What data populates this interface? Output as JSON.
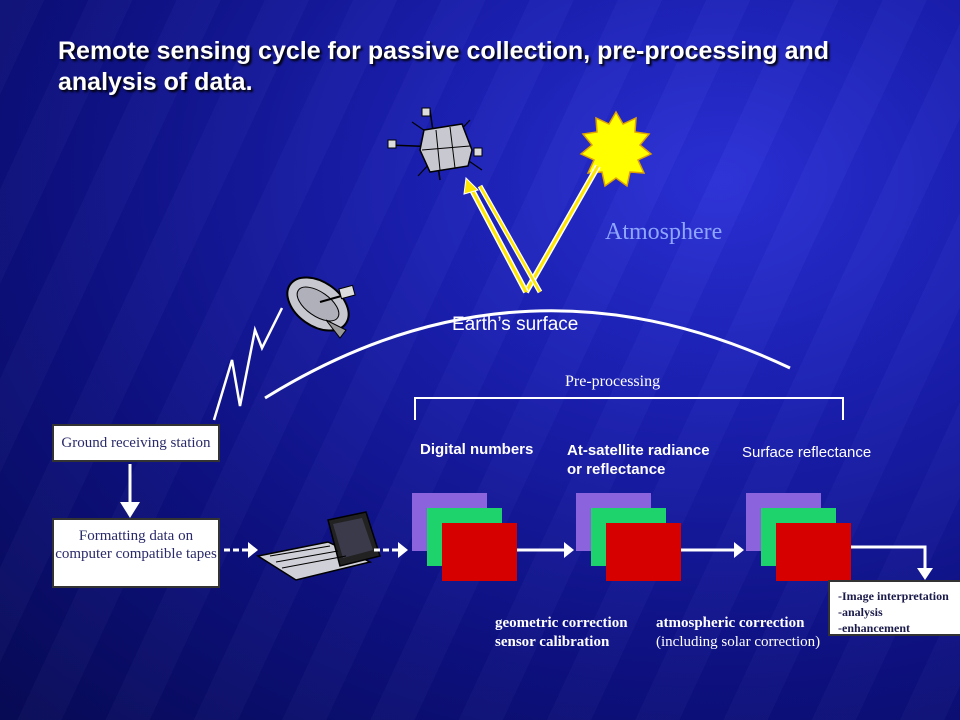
{
  "title": "Remote sensing cycle for passive collection, pre-processing and analysis of  data.",
  "atmosphere_label": "Atmosphere",
  "earth_surface_label": "Earth’s surface",
  "preprocessing_label": "Pre-processing",
  "ground_station_label": "Ground receiving station",
  "formatting_label": "Formatting data on computer compatible tapes",
  "stages": [
    {
      "label": "Digital numbers"
    },
    {
      "label_line1": "At-satellite radiance",
      "label_line2": "or reflectance"
    },
    {
      "label": "Surface reflectance"
    }
  ],
  "corrections": {
    "geometric_line1": "geometric correction",
    "geometric_line2": "sensor calibration",
    "atmospheric_line1": "atmospheric correction",
    "atmospheric_line2": "(including solar correction)"
  },
  "outputs": {
    "line1": "-Image interpretation",
    "line2": "-analysis",
    "line3": "-enhancement"
  },
  "colors": {
    "background": "#1a1fb0",
    "ray_yellow": "#ffe600",
    "sun": "#ffff00",
    "layer_purple": "#8a63dd",
    "layer_green": "#1ed36c",
    "layer_red": "#d60000",
    "atmosphere_text": "#8fa6ff"
  }
}
